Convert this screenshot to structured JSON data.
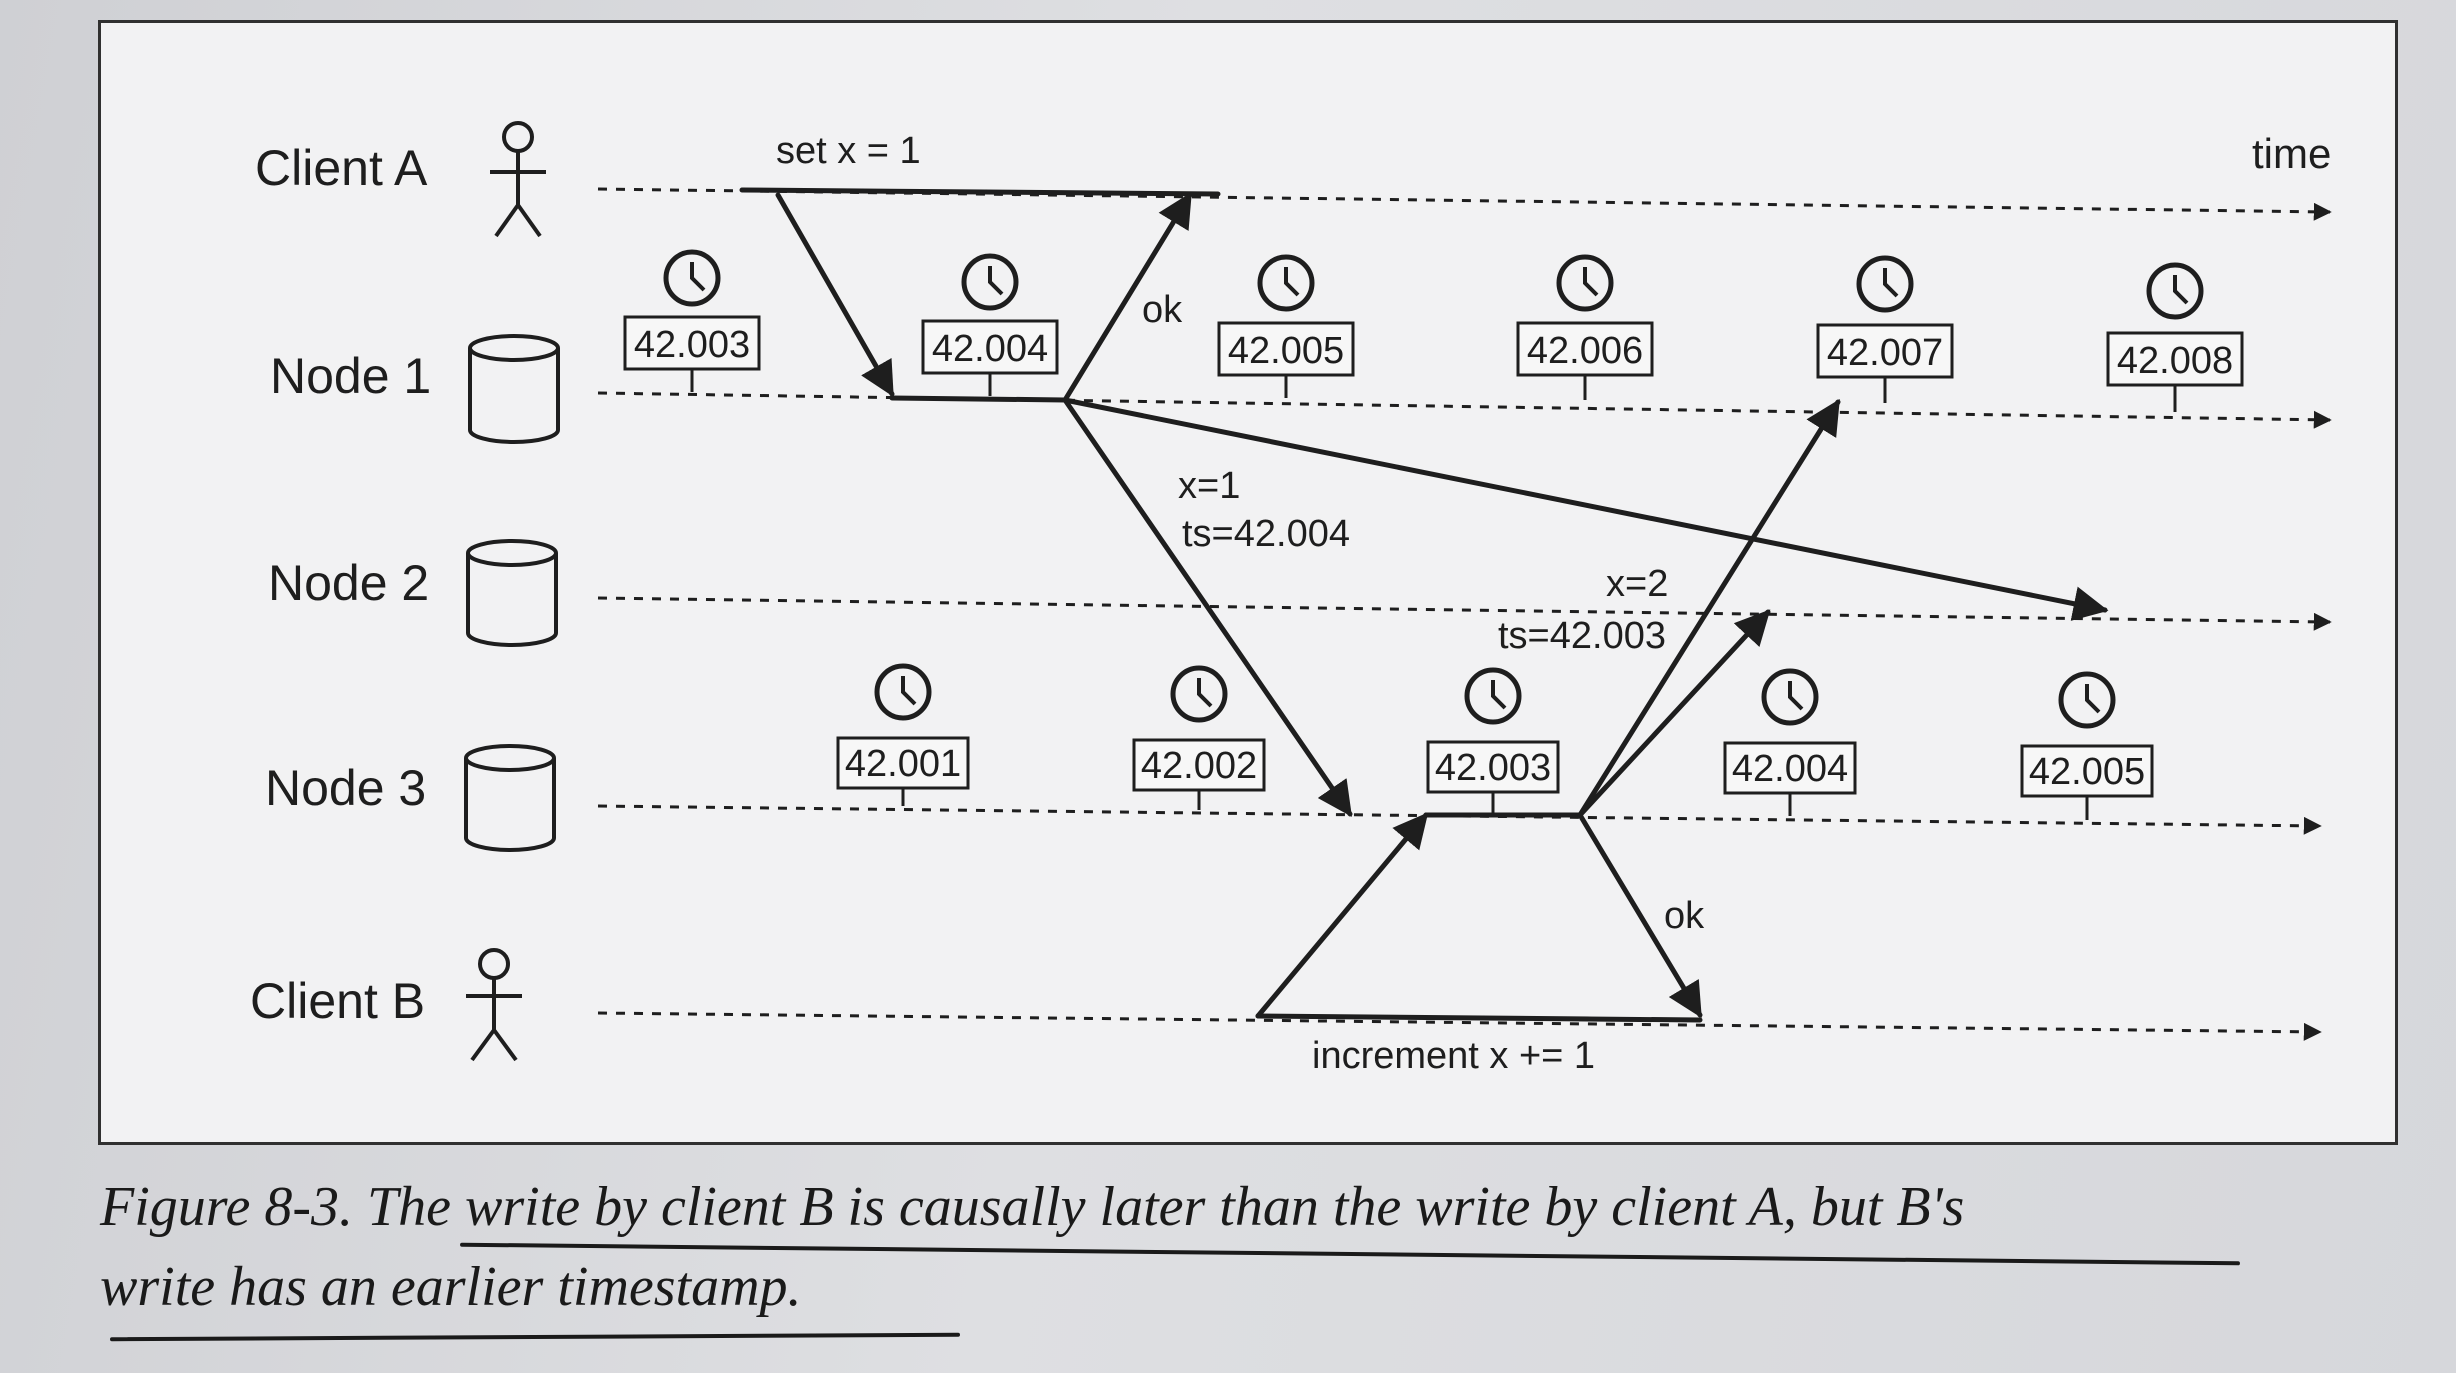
{
  "figure": {
    "time_label": "time",
    "actors": [
      {
        "id": "client-a",
        "label": "Client A",
        "kind": "person"
      },
      {
        "id": "node-1",
        "label": "Node 1",
        "kind": "database"
      },
      {
        "id": "node-2",
        "label": "Node 2",
        "kind": "database"
      },
      {
        "id": "node-3",
        "label": "Node 3",
        "kind": "database"
      },
      {
        "id": "client-b",
        "label": "Client B",
        "kind": "person"
      }
    ],
    "clocks": {
      "node1": [
        "42.003",
        "42.004",
        "42.005",
        "42.006",
        "42.007",
        "42.008"
      ],
      "node3": [
        "42.001",
        "42.002",
        "42.003",
        "42.004",
        "42.005"
      ]
    },
    "messages": {
      "set_a": "set x = 1",
      "ok_a": "ok",
      "x1": "x=1",
      "ts1": "ts=42.004",
      "x2": "x=2",
      "ts2": "ts=42.003",
      "ok_b": "ok",
      "inc_b": "increment x += 1"
    }
  },
  "caption": {
    "line1": "Figure 8-3. The write by client B is causally later than the write by client A, but B's",
    "line2": "write has an earlier timestamp."
  }
}
